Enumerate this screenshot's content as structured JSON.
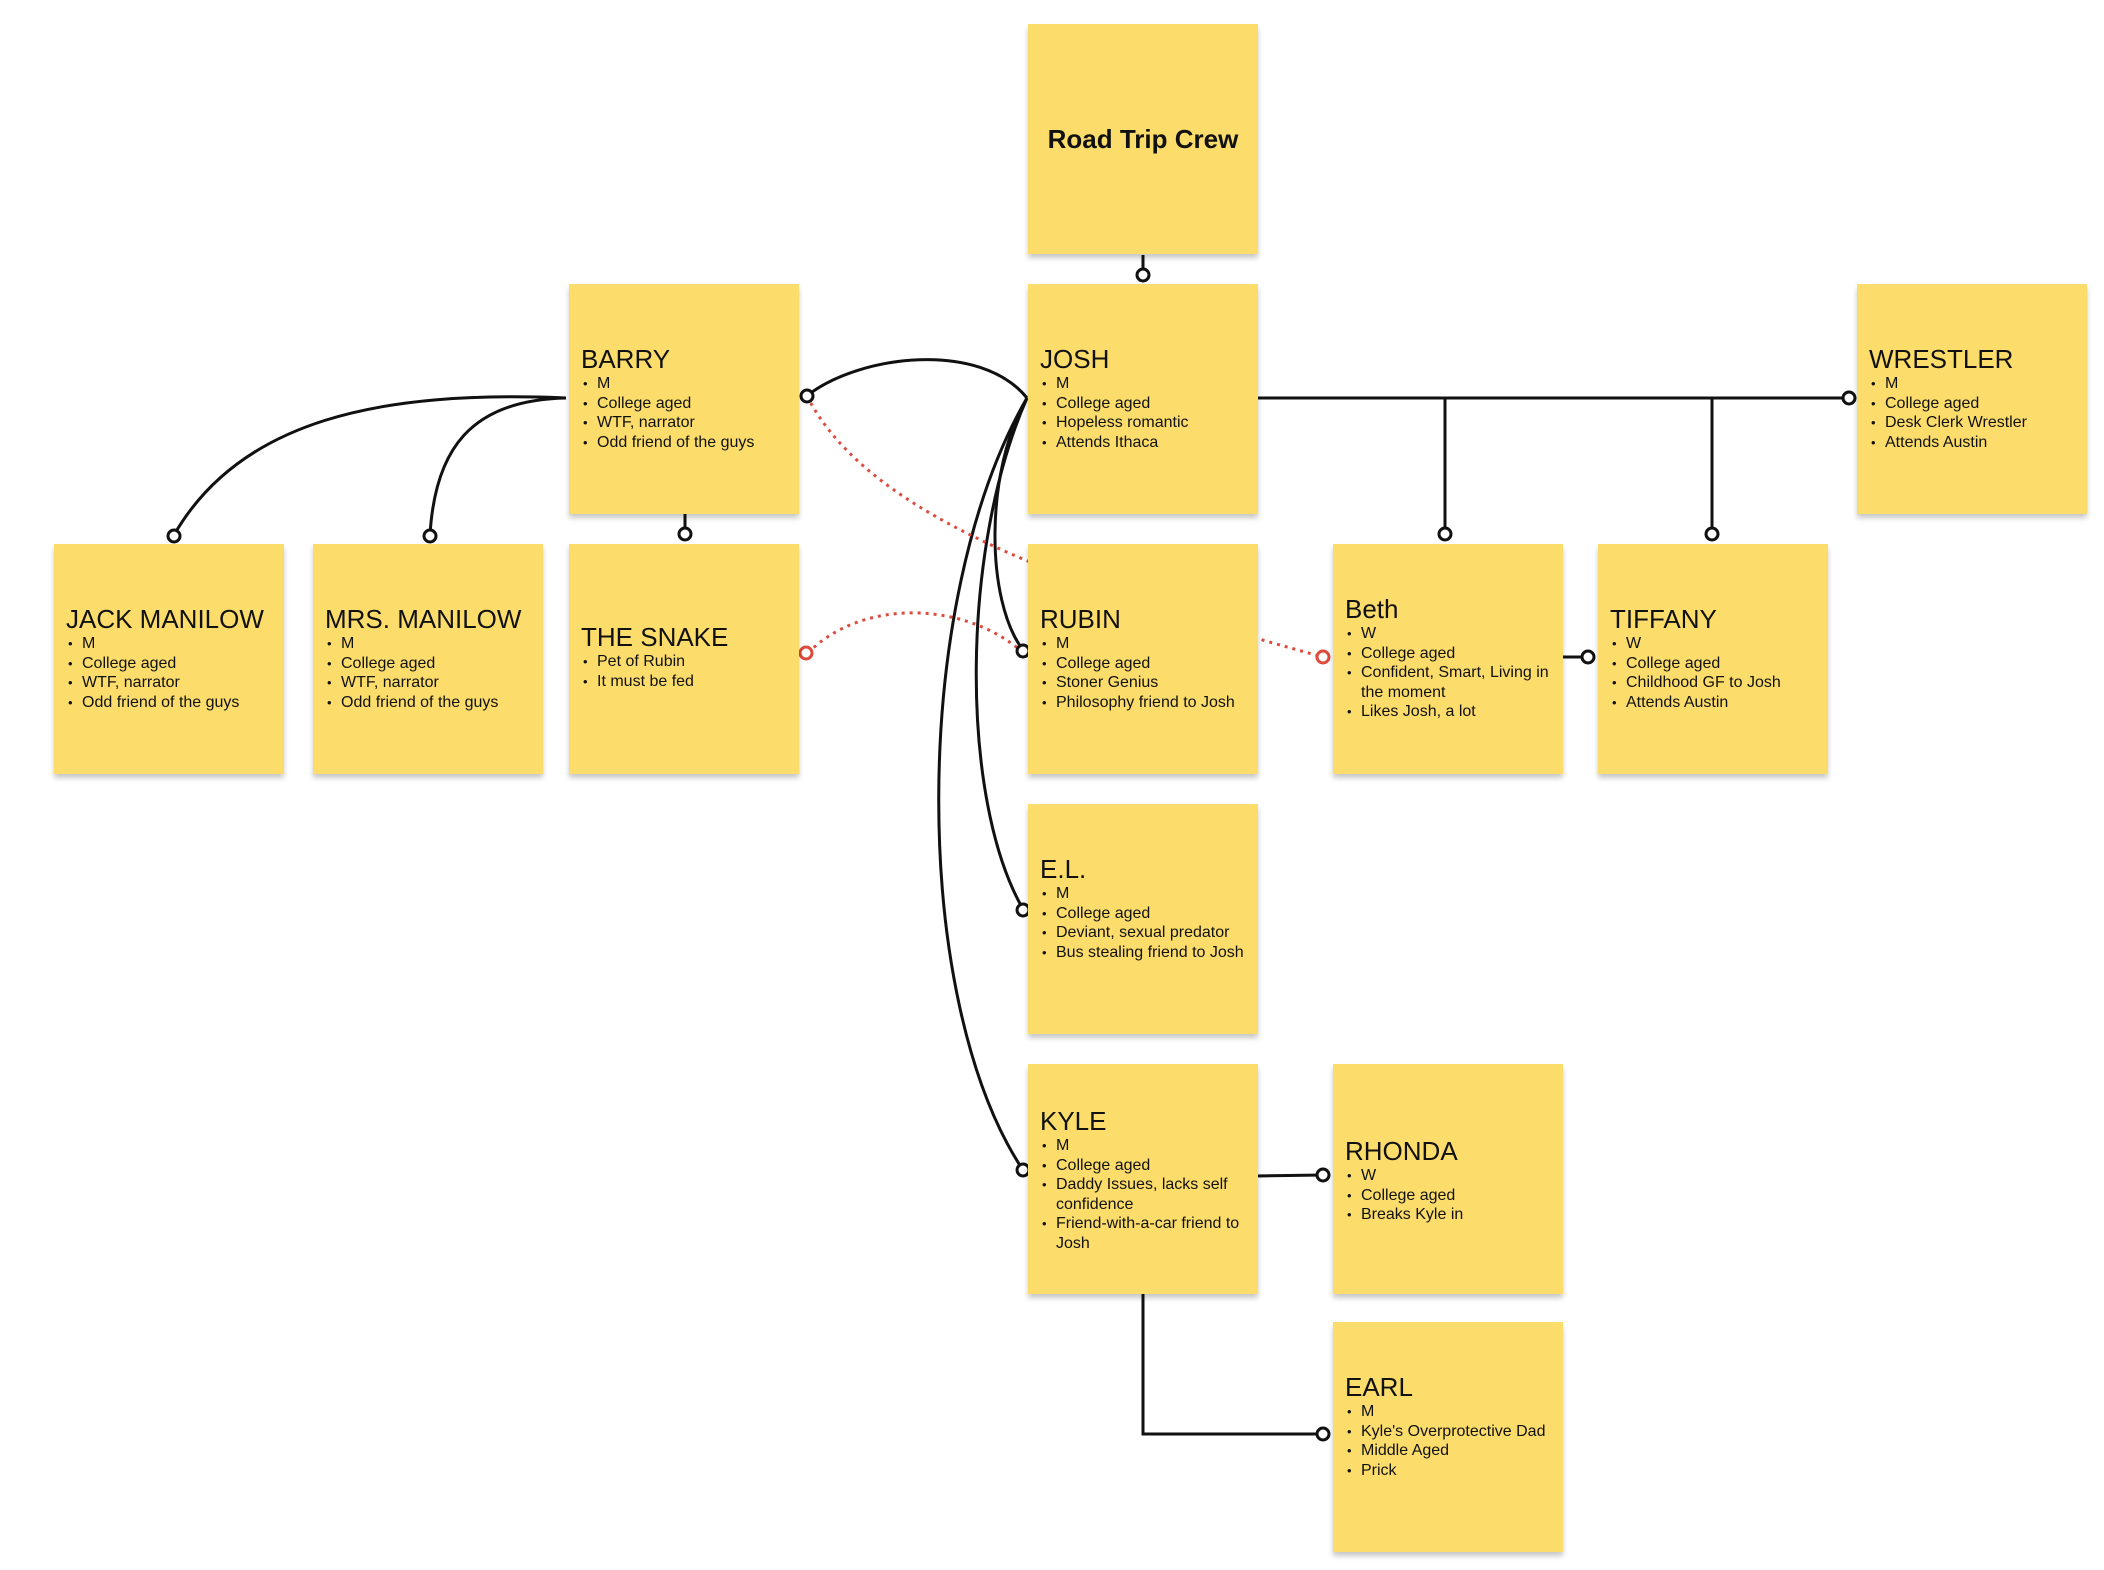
{
  "colors": {
    "note_fill": "#fcdd6b",
    "connector": "#111111",
    "dotted_connector": "#dc4c3e"
  },
  "notes": {
    "header": {
      "title": "Road Trip Crew"
    },
    "josh": {
      "title": "JOSH",
      "items": [
        "M",
        "College aged",
        "Hopeless romantic",
        "Attends Ithaca"
      ]
    },
    "barry": {
      "title": "BARRY",
      "items": [
        "M",
        "College aged",
        "WTF, narrator",
        "Odd friend of the guys"
      ]
    },
    "wrestler": {
      "title": "WRESTLER",
      "items": [
        "M",
        "College aged",
        "Desk Clerk Wrestler",
        "Attends Austin"
      ]
    },
    "jack": {
      "title": "JACK MANILOW",
      "items": [
        "M",
        "College aged",
        "WTF, narrator",
        "Odd friend of the guys"
      ]
    },
    "mrs": {
      "title": "MRS. MANILOW",
      "items": [
        "M",
        "College aged",
        "WTF, narrator",
        "Odd friend of the guys"
      ]
    },
    "snake": {
      "title": "THE SNAKE",
      "items": [
        "Pet of Rubin",
        "It must be fed"
      ]
    },
    "rubin": {
      "title": "RUBIN",
      "items": [
        "M",
        "College aged",
        "Stoner Genius",
        "Philosophy friend to Josh"
      ]
    },
    "beth": {
      "title": "Beth",
      "items": [
        "W",
        "College aged",
        "Confident, Smart, Living in the moment",
        "Likes Josh, a lot"
      ]
    },
    "tiffany": {
      "title": "TIFFANY",
      "items": [
        "W",
        "College aged",
        "Childhood GF to Josh",
        "Attends Austin"
      ]
    },
    "el": {
      "title": "E.L.",
      "items": [
        "M",
        "College aged",
        "Deviant, sexual predator",
        "Bus stealing friend to Josh"
      ]
    },
    "kyle": {
      "title": "KYLE",
      "items": [
        "M",
        "College aged",
        "Daddy Issues, lacks self confidence",
        "Friend-with-a-car friend to Josh"
      ]
    },
    "rhonda": {
      "title": "RHONDA",
      "items": [
        "W",
        "College aged",
        "Breaks Kyle in"
      ]
    },
    "earl": {
      "title": "EARL",
      "items": [
        "M",
        "Kyle's Overprotective Dad",
        "Middle Aged",
        "Prick"
      ]
    }
  }
}
